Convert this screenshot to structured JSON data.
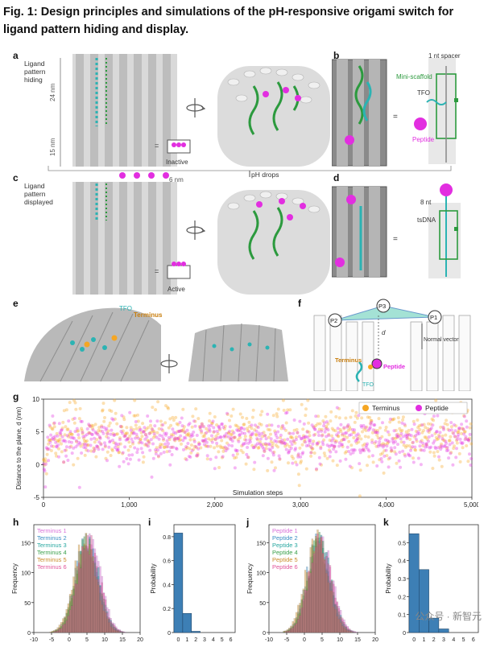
{
  "title": "Fig. 1: Design principles and simulations of the pH-responsive origami switch for ligand pattern hiding and display.",
  "panels": {
    "a": {
      "label": "a",
      "side_label": "Ligand pattern hiding",
      "dim1": "24 nm",
      "dim2": "15 nm",
      "state": "Inactive"
    },
    "b": {
      "label": "b",
      "spacer": "1 nt spacer",
      "scaffold": "Mini-scaffold",
      "tfo": "TFO",
      "peptide": "Peptide",
      "eq": "="
    },
    "c": {
      "label": "c",
      "side_label": "Ligand pattern displayed",
      "dim": "6 nm",
      "state": "Active",
      "transition": "pH drops"
    },
    "d": {
      "label": "d",
      "nt": "8 nt",
      "tsdna": "tsDNA",
      "eq": "="
    },
    "e": {
      "label": "e",
      "tfo": "TFO",
      "terminus": "Terminus"
    },
    "f": {
      "label": "f",
      "p1": "P1",
      "p2": "P2",
      "p3": "P3",
      "d": "d",
      "normal": "Normal vector",
      "terminus": "Terminus",
      "peptide": "Peptide",
      "tfo": "TFO"
    },
    "g": {
      "label": "g"
    },
    "h": {
      "label": "h"
    },
    "i": {
      "label": "i"
    },
    "j": {
      "label": "j"
    },
    "k": {
      "label": "k"
    }
  },
  "watermark": "公众号 · 新智元",
  "colors": {
    "terminus": "#f5a623",
    "peptide": "#e22ee0",
    "teal": "#2bb3b3",
    "green": "#2c9a3e",
    "bar": "#3d7fb5"
  },
  "chart_data": [
    {
      "type": "scatter",
      "panel": "g",
      "ylabel": "Distance to the plane, d (nm)",
      "xlabel": "Simulation steps",
      "xlim": [
        0,
        5000
      ],
      "ylim": [
        -5,
        10
      ],
      "xticks": [
        "0",
        "1,000",
        "2,000",
        "3,000",
        "4,000",
        "5,000"
      ],
      "yticks": [
        "-5",
        "0",
        "5",
        "10"
      ],
      "legend": "top-right",
      "series": [
        {
          "name": "Terminus",
          "color": "#f5a623",
          "mean": 4.5,
          "spread": 2.2
        },
        {
          "name": "Peptide",
          "color": "#e22ee0",
          "mean": 3.8,
          "spread": 1.8
        }
      ]
    },
    {
      "type": "bar",
      "panel": "h",
      "ylabel": "Frequency",
      "xticks": [
        "-10",
        "-5",
        "0",
        "5",
        "10",
        "15",
        "20"
      ],
      "yticks": [
        "0",
        "50",
        "100",
        "150"
      ],
      "xlim": [
        -10,
        20
      ],
      "ylim": [
        0,
        180
      ],
      "series": [
        {
          "name": "Terminus 1",
          "color": "#d870d8",
          "mean": 5.5
        },
        {
          "name": "Terminus 2",
          "color": "#3c8ec4",
          "mean": 4.5
        },
        {
          "name": "Terminus 3",
          "color": "#28a7a0",
          "mean": 5.0
        },
        {
          "name": "Terminus 4",
          "color": "#3aa04a",
          "mean": 4.8
        },
        {
          "name": "Terminus 5",
          "color": "#c98b2a",
          "mean": 4.2
        },
        {
          "name": "Terminus 6",
          "color": "#e0559a",
          "mean": 5.2
        }
      ]
    },
    {
      "type": "bar",
      "panel": "i",
      "ylabel": "Probability",
      "categories": [
        "0",
        "1",
        "2",
        "3",
        "4",
        "5",
        "6"
      ],
      "values": [
        0.83,
        0.16,
        0.01,
        0,
        0,
        0,
        0
      ],
      "yticks": [
        "0",
        "0.2",
        "0.4",
        "0.6",
        "0.8"
      ],
      "ylim": [
        0,
        0.9
      ]
    },
    {
      "type": "bar",
      "panel": "j",
      "ylabel": "Frequency",
      "xticks": [
        "-10",
        "-5",
        "0",
        "5",
        "10",
        "15",
        "20"
      ],
      "yticks": [
        "0",
        "50",
        "100",
        "150"
      ],
      "xlim": [
        -10,
        20
      ],
      "ylim": [
        0,
        180
      ],
      "series": [
        {
          "name": "Peptide 1",
          "color": "#d870d8",
          "mean": 4.5
        },
        {
          "name": "Peptide 2",
          "color": "#3c8ec4",
          "mean": 3.5
        },
        {
          "name": "Peptide 3",
          "color": "#28a7a0",
          "mean": 4.0
        },
        {
          "name": "Peptide 4",
          "color": "#3aa04a",
          "mean": 3.8
        },
        {
          "name": "Peptide 5",
          "color": "#c98b2a",
          "mean": 3.2
        },
        {
          "name": "Peptide 6",
          "color": "#e0559a",
          "mean": 4.2
        }
      ]
    },
    {
      "type": "bar",
      "panel": "k",
      "ylabel": "Probability",
      "categories": [
        "0",
        "1",
        "2",
        "3",
        "4",
        "5",
        "6"
      ],
      "values": [
        0.55,
        0.35,
        0.08,
        0.02,
        0,
        0,
        0
      ],
      "yticks": [
        "0",
        "0.1",
        "0.2",
        "0.3",
        "0.4",
        "0.5"
      ],
      "ylim": [
        0,
        0.6
      ]
    }
  ]
}
